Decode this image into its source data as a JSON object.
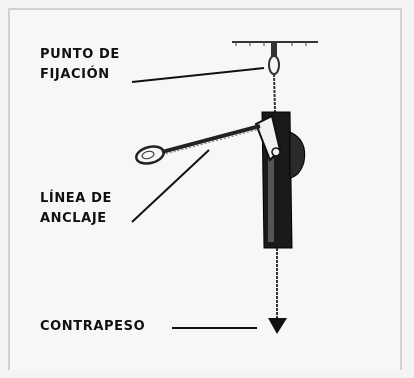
{
  "diagram": {
    "labels": {
      "attachment_point": {
        "line1": "PUNTO DE",
        "line2": "FIJACIÓN"
      },
      "anchor_line": {
        "line1": "LÍNEA DE",
        "line2": "ANCLAJE"
      },
      "counterweight": {
        "text": "CONTRAPESO"
      }
    }
  }
}
